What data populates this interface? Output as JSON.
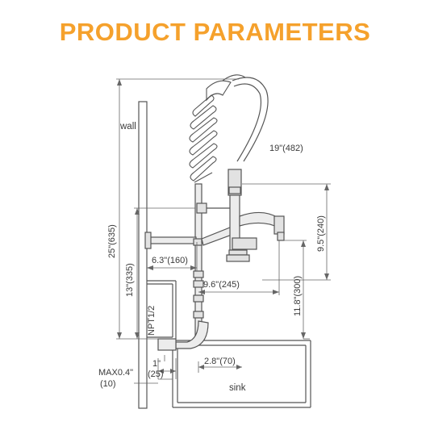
{
  "header": {
    "title": "PRODUCT PARAMETERS",
    "title_color": "#F5A12C"
  },
  "colors": {
    "line": "#555555",
    "fill": "#d9d9d9",
    "text": "#3a3a3a"
  },
  "labels": {
    "wall": "wall",
    "sink": "sink",
    "hose": "19\"(482)",
    "total_height": "25\"(635)",
    "mount_height": "13\"(335)",
    "spout_drop": "9.5\"(240)",
    "spout_height": "11.8\"(300)",
    "wall_offset": "6.3\"(160)",
    "spout_reach": "9.6\"(245)",
    "npt": "NPT1/2",
    "inlet_len": "1\"",
    "inlet_len_mm": "(25)",
    "centre_dist": "2.8\"(70)",
    "max_wall": "MAX0.4\"",
    "max_wall_mm": "(10)"
  }
}
